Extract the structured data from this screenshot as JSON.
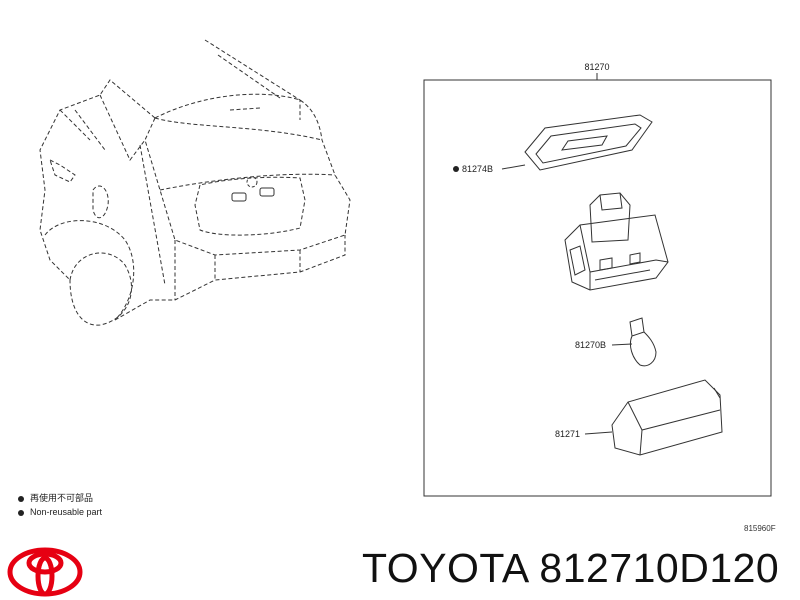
{
  "parts": {
    "assembly": "81270",
    "gasket": "81274B",
    "bulb": "81270B",
    "lens": "81271"
  },
  "legend": {
    "jp_text": "再使用不可部品",
    "en_text": "Non-reusable part"
  },
  "figure_code": "815960F",
  "title": "TOYOTA 812710D120",
  "colors": {
    "brand_red": "#e60012",
    "line": "#333333"
  }
}
